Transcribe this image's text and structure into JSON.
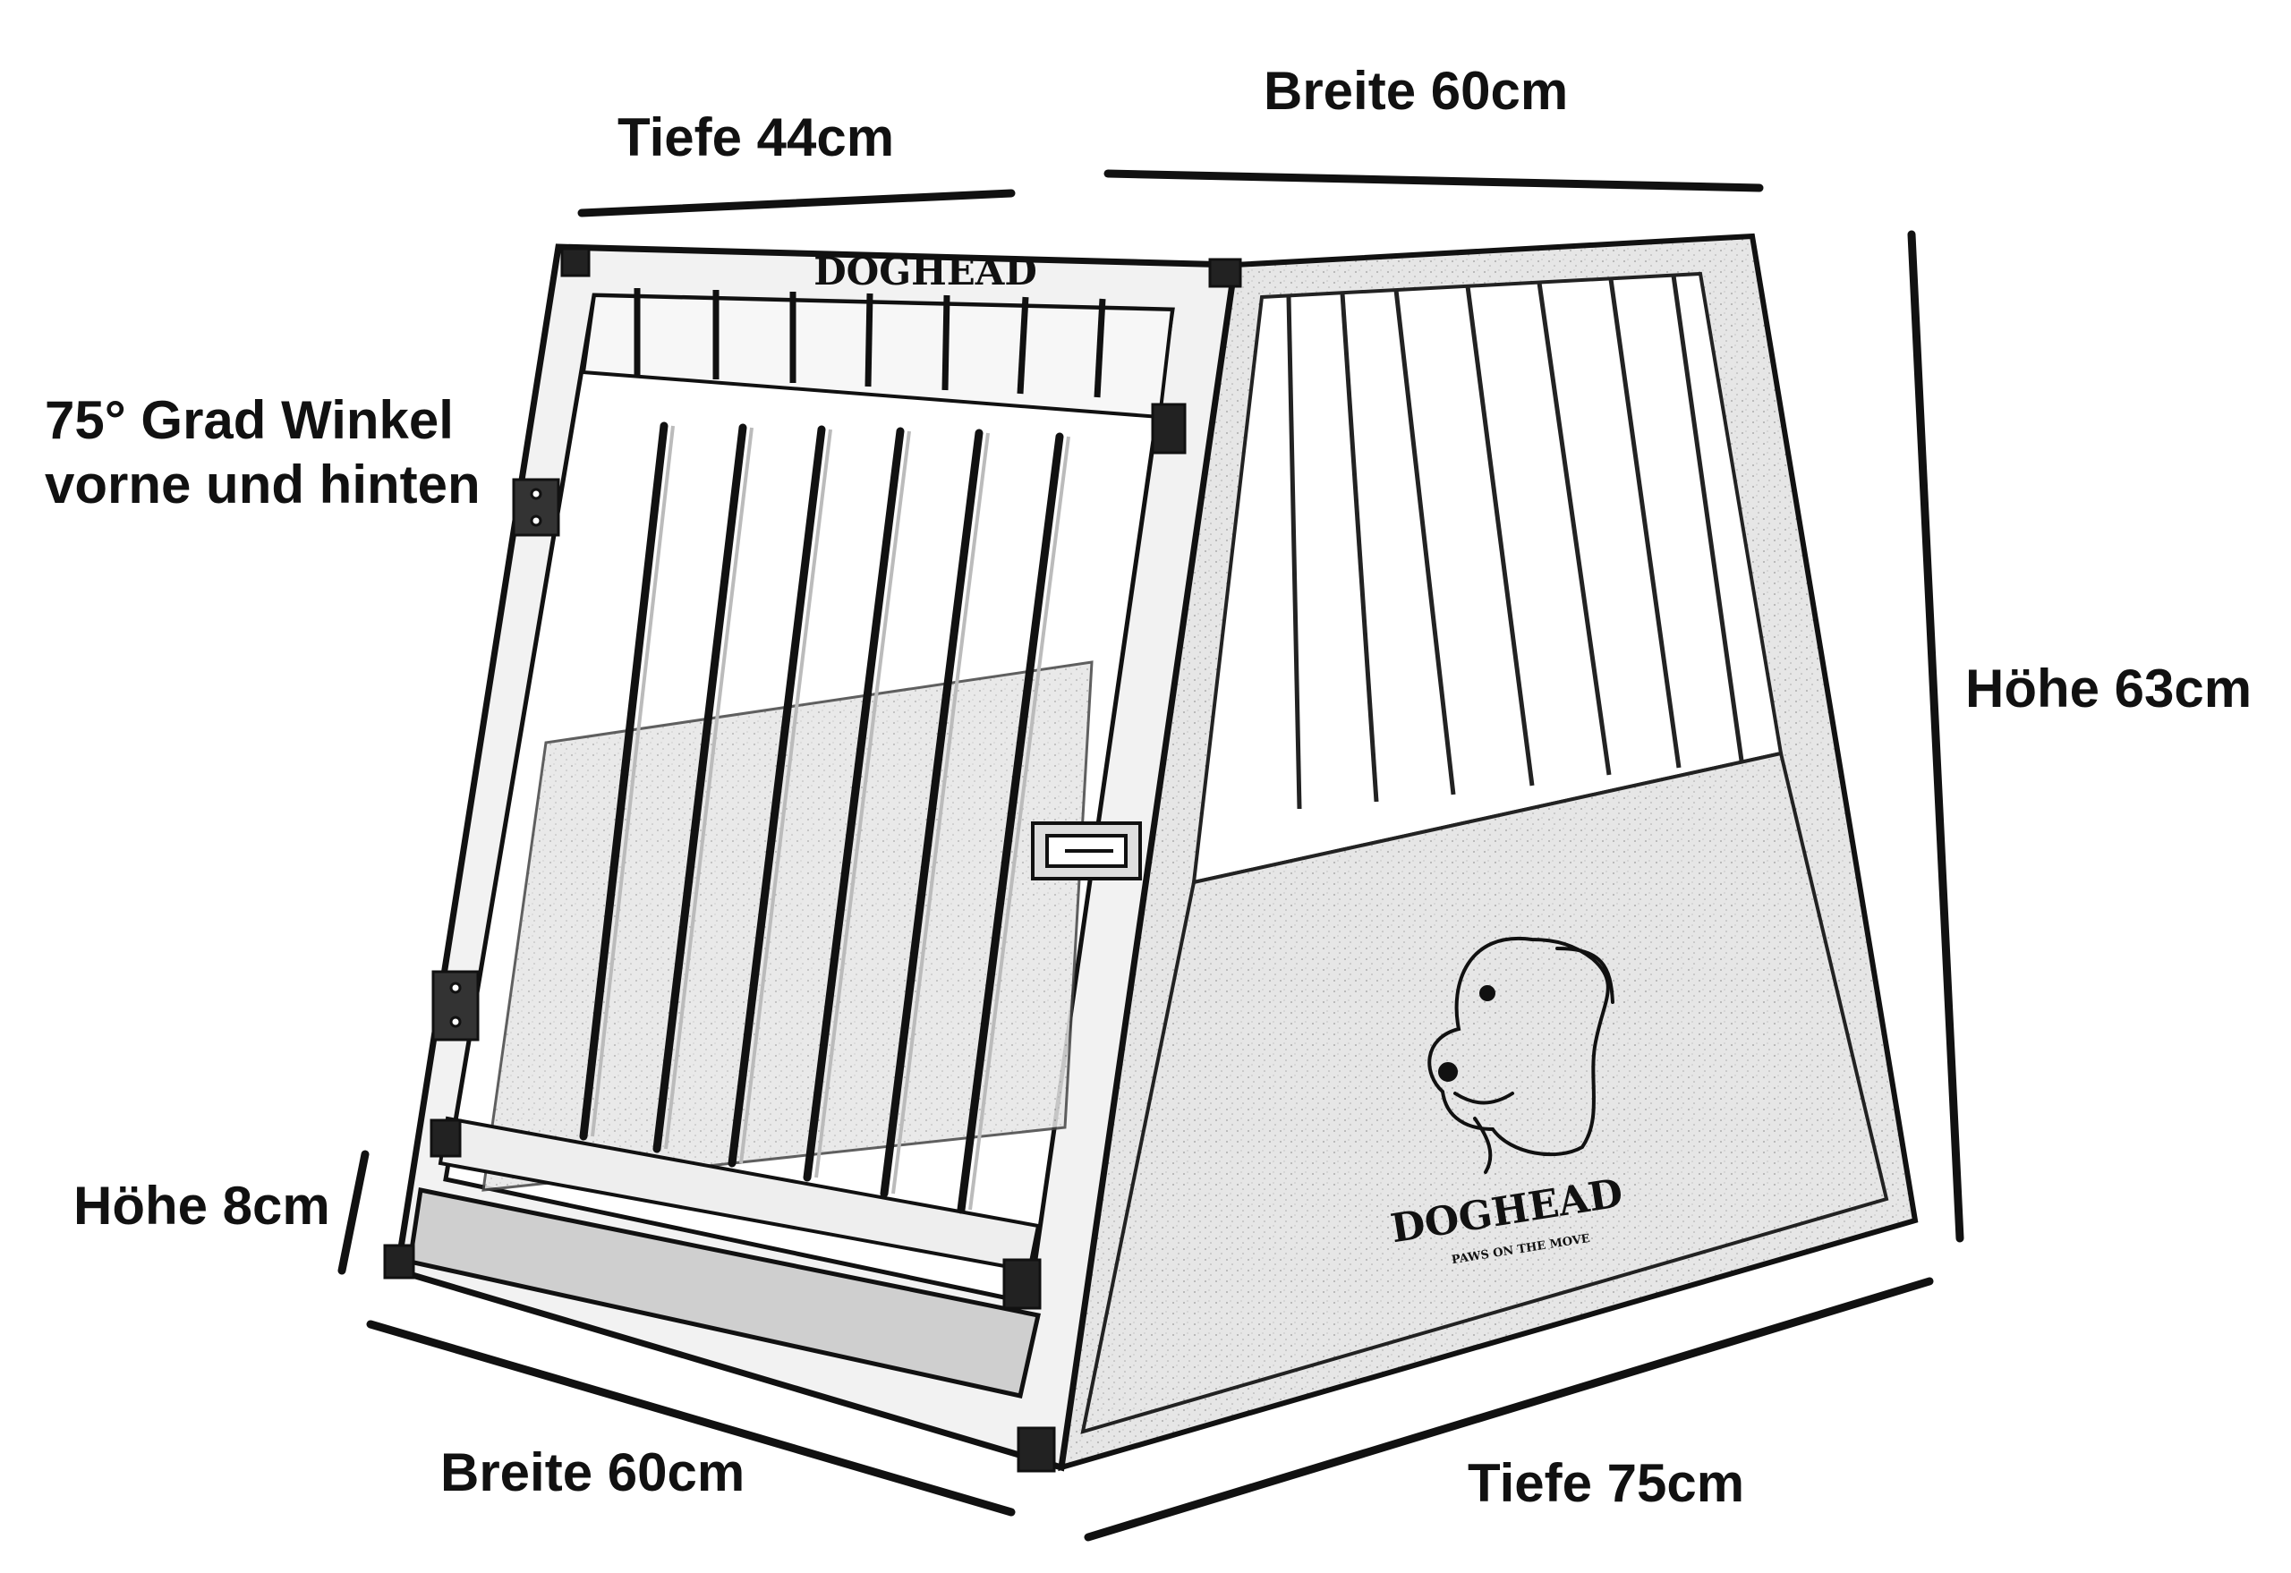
{
  "labels": {
    "depth_top": "Tiefe 44cm",
    "width_top": "Breite 60cm",
    "angle_line1": "75° Grad Winkel",
    "angle_line2": "vorne und hinten",
    "height_total": "Höhe 63cm",
    "height_floor": "Höhe 8cm",
    "width_bottom": "Breite 60cm",
    "depth_bottom": "Tiefe 75cm"
  },
  "branding": {
    "brand_top": "DOGHEAD",
    "brand_side": "DOGHEAD",
    "tagline": "PAWS ON THE MOVE"
  },
  "colors": {
    "ink": "#111111",
    "panel": "#d9d9d9",
    "background": "#ffffff"
  },
  "icons": {
    "dog_logo": "dog-head-icon",
    "hinge": "hinge-icon",
    "latch": "latch-icon"
  }
}
